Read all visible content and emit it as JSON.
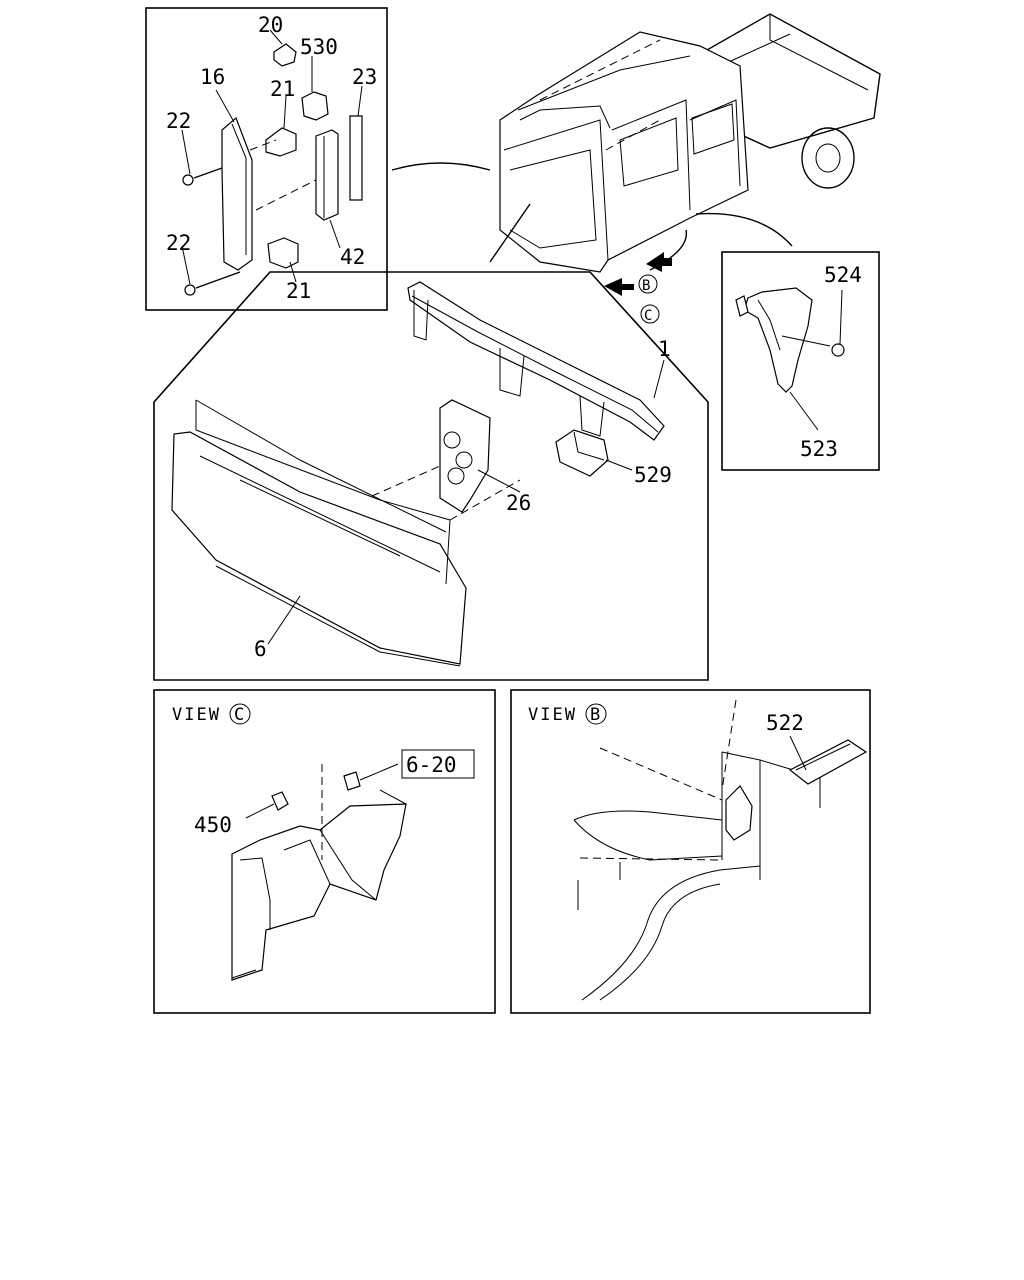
{
  "labels": {
    "p20": "20",
    "p530": "530",
    "p16": "16",
    "p21_top": "21",
    "p23": "23",
    "p22_top": "22",
    "p22_bottom": "22",
    "p42": "42",
    "p21_bottom": "21",
    "p1": "1",
    "p524": "524",
    "p523": "523",
    "p529": "529",
    "p26": "26",
    "p6": "6",
    "p450": "450",
    "p6_20": "6-20",
    "p522": "522"
  },
  "callouts": {
    "B": "B",
    "C": "C"
  },
  "views": {
    "view_c": "VIEW",
    "view_c_letter": "C",
    "view_b": "VIEW",
    "view_b_letter": "B"
  }
}
